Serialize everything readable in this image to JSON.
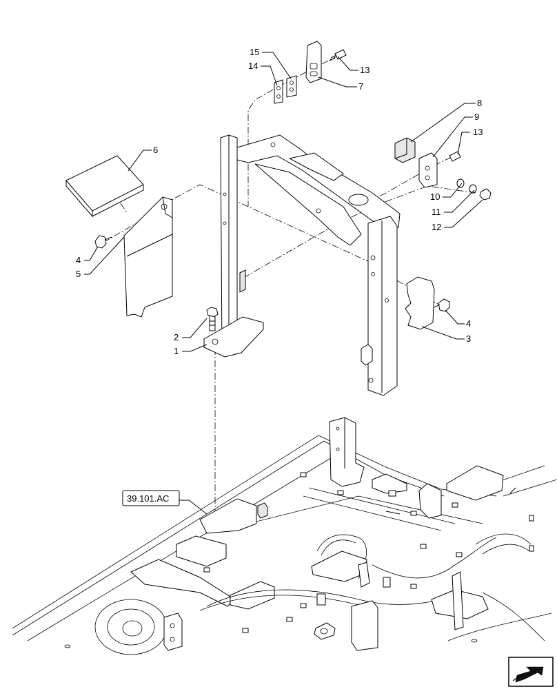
{
  "diagram": {
    "reference_label": "39.101.AC",
    "callouts": [
      {
        "id": "c15",
        "text": "15"
      },
      {
        "id": "c14",
        "text": "14"
      },
      {
        "id": "c13a",
        "text": "13"
      },
      {
        "id": "c7",
        "text": "7"
      },
      {
        "id": "c6",
        "text": "6"
      },
      {
        "id": "c8",
        "text": "8"
      },
      {
        "id": "c9",
        "text": "9"
      },
      {
        "id": "c13b",
        "text": "13"
      },
      {
        "id": "c10",
        "text": "10"
      },
      {
        "id": "c11",
        "text": "11"
      },
      {
        "id": "c12",
        "text": "12"
      },
      {
        "id": "c4a",
        "text": "4"
      },
      {
        "id": "c5",
        "text": "5"
      },
      {
        "id": "c2",
        "text": "2"
      },
      {
        "id": "c1",
        "text": "1"
      },
      {
        "id": "c4b",
        "text": "4"
      },
      {
        "id": "c3",
        "text": "3"
      }
    ],
    "nav_icon": "next-page-arrow-icon"
  }
}
